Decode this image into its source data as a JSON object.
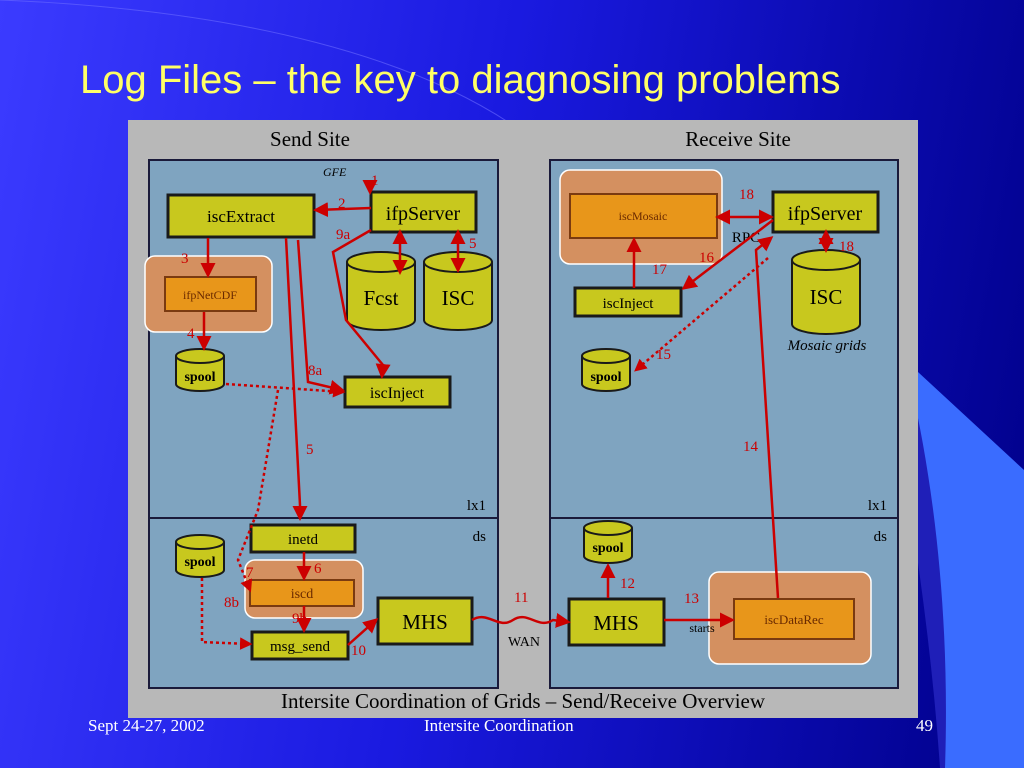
{
  "slide": {
    "title": "Log Files – the key to diagnosing problems",
    "footer_left": "Sept 24-27, 2002",
    "footer_center": "Intersite Coordination",
    "page_number": "49"
  },
  "diagram": {
    "send_site": "Send Site",
    "receive_site": "Receive Site",
    "caption": "Intersite Coordination of Grids – Send/Receive Overview",
    "send": {
      "gfe": "GFE",
      "iscExtract": "iscExtract",
      "ifpServer": "ifpServer",
      "fcst": "Fcst",
      "isc": "ISC",
      "ifpNetCDF": "ifpNetCDF",
      "spool_top": "spool",
      "iscInject": "iscInject",
      "host_top": "lx1",
      "host_bottom": "ds",
      "inetd": "inetd",
      "iscd": "iscd",
      "spool_bottom": "spool",
      "msg_send": "msg_send",
      "mhs": "MHS"
    },
    "receive": {
      "iscMosaic": "iscMosaic",
      "ifpServer": "ifpServer",
      "rpc": "RPC",
      "iscInject": "iscInject",
      "isc": "ISC",
      "mosaic_grids": "Mosaic grids",
      "spool_top": "spool",
      "host_top": "lx1",
      "host_bottom": "ds",
      "spool_bottom": "spool",
      "mhs": "MHS",
      "iscDataRec": "iscDataRec",
      "starts": "starts"
    },
    "wan": "WAN",
    "step_labels": {
      "s1": "1",
      "s2": "2",
      "s3": "3",
      "s4": "4",
      "s5a": "5",
      "s5b": "5",
      "s6": "6",
      "s7": "7",
      "s8a": "8a",
      "s8b": "8b",
      "s9a": "9a",
      "s9b": "9b",
      "s10": "10",
      "s11": "11",
      "s12": "12",
      "s13": "13",
      "s14": "14",
      "s15": "15",
      "s16": "16",
      "s17": "17",
      "s18a": "18",
      "s18b": "18"
    }
  }
}
